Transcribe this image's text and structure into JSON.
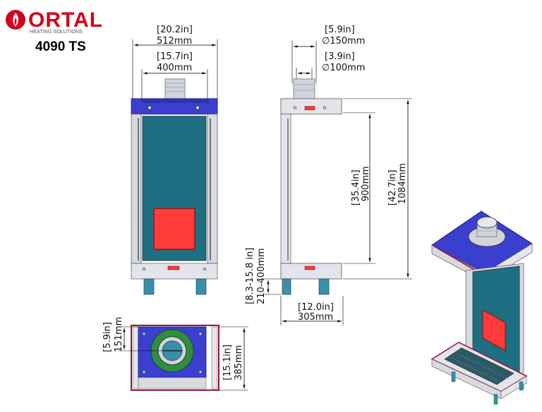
{
  "brand": {
    "name": "ORTAL",
    "tagline": "HEATING SOLUTIONS",
    "model": "4090 TS"
  },
  "colors": {
    "brand_red": "#d4001a",
    "glass_teal": "#1f6f82",
    "top_blue": "#3a3fd0",
    "burner_red": "#ff3a3a",
    "base_teal": "#3a8fa8",
    "frame_grey": "#d9d9e2"
  },
  "front_view": {
    "overall_width_in": "[20.2in]",
    "overall_width_mm": "512mm",
    "inner_width_in": "[15.7in]",
    "inner_width_mm": "400mm"
  },
  "side_view": {
    "flue_outer_in": "[5.9in]",
    "flue_outer_mm": "∅150mm",
    "flue_inner_in": "[3.9in]",
    "flue_inner_mm": "∅100mm",
    "glass_height_in": "[35.4in]",
    "glass_height_mm": "900mm",
    "overall_height_in": "[42.7in]",
    "overall_height_mm": "1084mm",
    "legs_in": "[8.3-15.8 in]",
    "legs_mm": "210-400mm",
    "depth_in": "[12.0in]",
    "depth_mm": "305mm"
  },
  "top_view": {
    "offset_in": "[5.9in]",
    "offset_mm": "151mm",
    "depth_in": "[15.1in]",
    "depth_mm": "385mm"
  }
}
